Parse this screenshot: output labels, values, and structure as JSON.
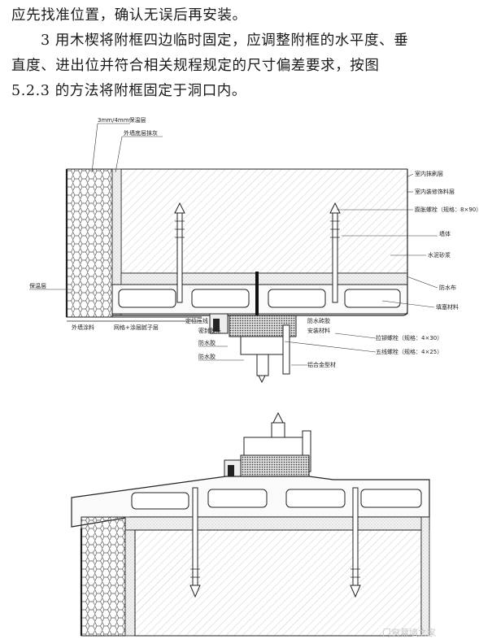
{
  "text": {
    "line1": "应先找准位置，确认无误后再安装。",
    "para3_num": "3",
    "para3_line1": "用木楔将附框四边临时固定，应调整附框的水平度、垂",
    "para3_line2": "直度、进出位并符合相关规程规定的尺寸偏差要求，按图",
    "para3_line3": "5.2.3 的方法将附框固定于洞口内。"
  },
  "drawing_labels": {
    "top_left_1": "3mm/4mm保温层",
    "top_left_2": "外墙底层抹灰",
    "left_insulation": "保温层",
    "bottom_exterior_paint": "外墙涂料",
    "bottom_mesh_putty": "网格+涂层腻子层",
    "fixing_strip": "定位压线",
    "sealant_tape": "密封胶条",
    "waterproof_glue_1": "防水胶",
    "waterproof_glue_2": "防水胶",
    "right_interior_plaster": "室内抹刷层",
    "right_interior_finish": "室内装修饰料层",
    "right_expansion_bolt": "膨胀螺栓（规格：8×90）",
    "right_wall": "墙体",
    "right_cement_mortar": "水泥砂浆",
    "right_waterproof": "防水布",
    "right_filler": "填塞材料",
    "center_waterproof_foam": "防水砖胶",
    "center_install_material": "安装材料",
    "self_tapping_screw_1": "拉铆螺栓（规格：4×30）",
    "self_tapping_screw_2": "五线螺栓（规格：4×25）",
    "aluminum_profile": "铝合金型材"
  },
  "watermark": "门窗幕墙之家"
}
